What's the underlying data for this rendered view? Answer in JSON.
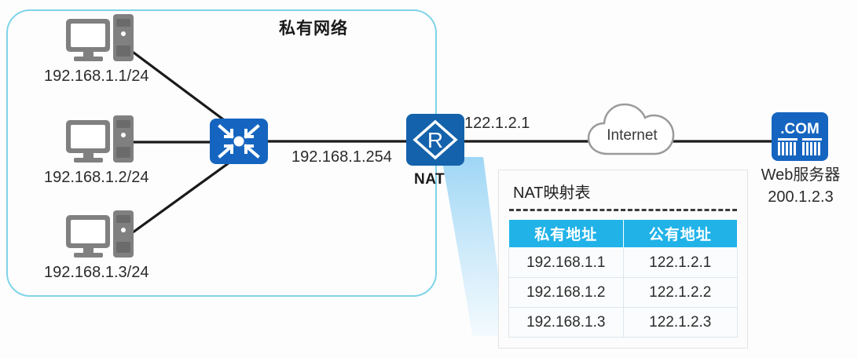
{
  "diagram": {
    "private_network": {
      "title": "私有网络",
      "hosts": [
        {
          "icon": "pc-icon",
          "label": "192.168.1.1/24"
        },
        {
          "icon": "pc-icon",
          "label": "192.168.1.2/24"
        },
        {
          "icon": "pc-icon",
          "label": "192.168.1.3/24"
        }
      ],
      "switch": {
        "icon": "switch-icon",
        "label": ""
      },
      "gateway_label": "192.168.1.254"
    },
    "nat_router": {
      "icon": "router-icon",
      "glyph": "R",
      "label": "NAT",
      "wan_address": "122.1.2.1"
    },
    "internet": {
      "icon": "cloud-icon",
      "label": "Internet"
    },
    "web_server": {
      "icon": "dot-com-server-icon",
      "badge": ".COM",
      "name": "Web服务器",
      "address": "200.1.2.3"
    },
    "nat_table": {
      "title": "NAT映射表",
      "columns": [
        "私有地址",
        "公有地址"
      ],
      "rows": [
        [
          "192.168.1.1",
          "122.1.2.1"
        ],
        [
          "192.168.1.2",
          "122.1.2.2"
        ],
        [
          "192.168.1.3",
          "122.1.2.3"
        ]
      ]
    },
    "colors": {
      "private_net_border": "#7fd4e8",
      "switch_blue": "#1565c0",
      "router_blue": "#1462ab",
      "table_header": "#21b3e8",
      "funnel_blue": "#aadcf5",
      "pc_gray": "#808080"
    }
  }
}
